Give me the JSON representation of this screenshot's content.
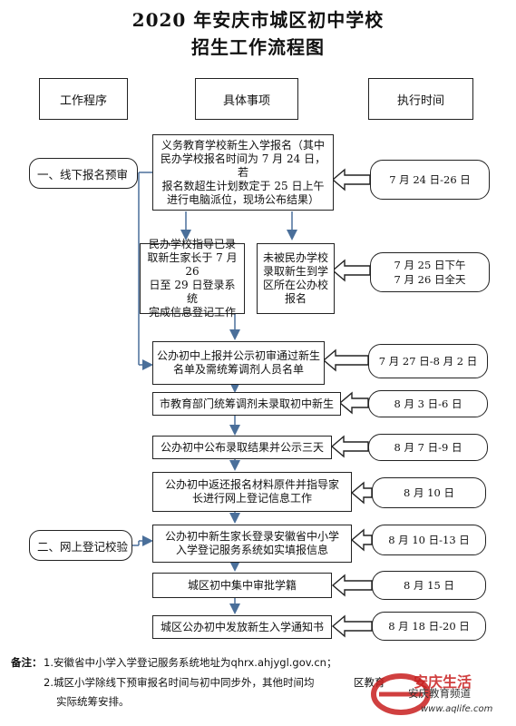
{
  "title": {
    "line1": "2020 年安庆市城区初中学校",
    "line2": "招生工作流程图"
  },
  "headers": {
    "procedure": "工作程序",
    "details": "具体事项",
    "time": "执行时间"
  },
  "stages": [
    {
      "label": "一、线下报名预审"
    },
    {
      "label": "二、网上登记校验"
    }
  ],
  "steps": [
    {
      "text": "义务教育学校新生入学报名（其中\n民办学校报名时间为 7 月 24 日，若\n报名数超生计划数定于 25 日上午\n进行电脑派位，现场公布结果）",
      "time": "7 月 24 日-26 日"
    },
    {
      "text": "民办学校指导已录\n取新生家长于 7 月 26\n日至 29 日登录系统\n完成信息登记工作",
      "time": "7 月 25 日下午\n7 月 26 日全天"
    },
    {
      "text": "未被民办学校\n录取新生到学\n区所在公办校\n报名",
      "time": ""
    },
    {
      "text": "公办初中上报并公示初审通过新生\n名单及需统筹调剂人员名单",
      "time": "7 月 27 日-8 月 2 日"
    },
    {
      "text": "市教育部门统筹调剂未录取初中新生",
      "time": "8 月 3 日-6 日"
    },
    {
      "text": "公办初中公布录取结果并公示三天",
      "time": "8 月 7 日-9 日"
    },
    {
      "text": "公办初中返还报名材料原件并指导家\n长进行网上登记信息工作",
      "time": "8 月 10 日"
    },
    {
      "text": "公办初中新生家长登录安徽省中小学\n入学登记服务系统如实填报信息",
      "time": "8 月 10 日-13 日"
    },
    {
      "text": "城区初中集中审批学籍",
      "time": "8 月 15 日"
    },
    {
      "text": "城区公办初中发放新生入学通知书",
      "time": "8 月 18 日-20 日"
    }
  ],
  "notes": {
    "label": "备注：",
    "line1": "1.安徽省中小学入学登记服务系统地址为qhrx.ahjygl.gov.cn；",
    "line2": "2.城区小学除线下预审报名时间与初中同步外，其他时间均",
    "line2_tail": "区教育",
    "line3": "实际统筹安排。"
  },
  "watermark": {
    "brand": "安庆生活",
    "channel": "安庆教育频道",
    "url": "www.aqlife.com"
  },
  "colors": {
    "line": "#222222",
    "connector": "#4a6f9a",
    "watermark": "#c81e1e"
  }
}
